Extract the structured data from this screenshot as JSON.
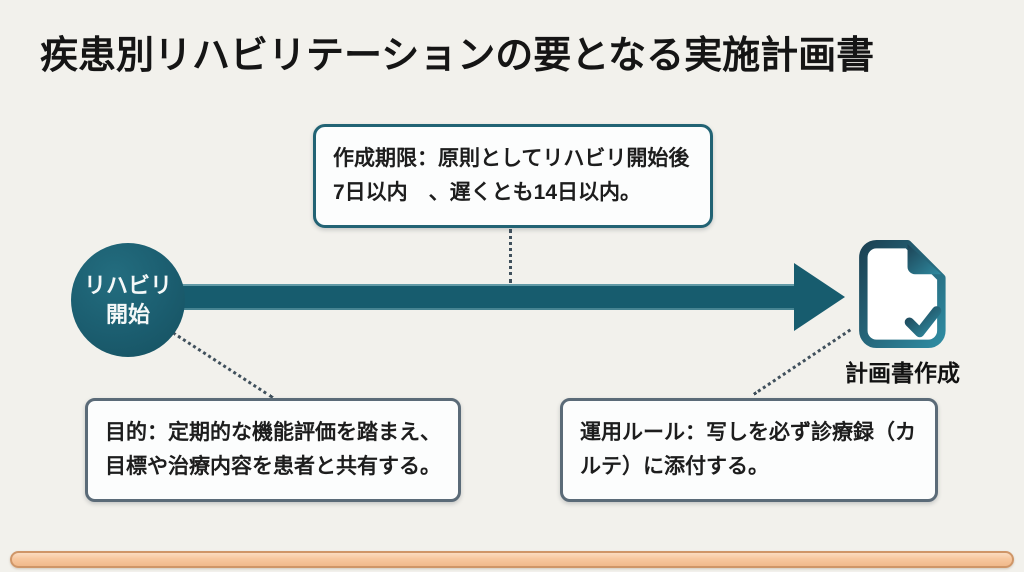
{
  "slide": {
    "title": "疾患別リハビリテーションの要となる実施計画書"
  },
  "colors": {
    "background": "#f2f1ec",
    "teal": "#175c6e",
    "teal_box_border": "#226374",
    "slate_box_border": "#5b6b78",
    "box_background": "#fcfdfd",
    "text_dark": "#1d1d1d",
    "peach_bar": "#f5c49c",
    "peach_bar_border": "#cf9668"
  },
  "timeline": {
    "start": {
      "lines": [
        "リハビリ",
        "開始"
      ]
    },
    "end": {
      "icon": "document-check-icon",
      "label": "計画書作成"
    }
  },
  "callouts": {
    "deadline": {
      "lines": [
        "作成期限：原則としてリハビリ開始後",
        "7日以内　、遅くとも14日以内。"
      ]
    },
    "purpose": {
      "lines": [
        "目的：定期的な機能評価を踏まえ、",
        "目標や治療内容を患者と共有する。"
      ]
    },
    "rule": {
      "lines": [
        "運用ルール：写しを必ず診療録（カ",
        "ルテ）に添付する。"
      ]
    }
  }
}
